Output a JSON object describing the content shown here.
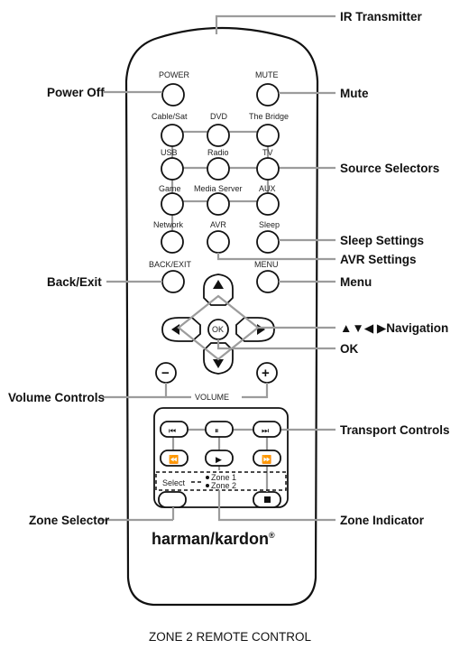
{
  "callouts": {
    "ir_transmitter": "IR Transmitter",
    "power_off": "Power Off",
    "mute": "Mute",
    "source_selectors": "Source Selectors",
    "sleep_settings": "Sleep Settings",
    "avr_settings": "AVR Settings",
    "back_exit": "Back/Exit",
    "menu": "Menu",
    "navigation": "▲▼◀ ▶Navigation",
    "ok": "OK",
    "volume_controls": "Volume Controls",
    "transport_controls": "Transport Controls",
    "zone_selector": "Zone Selector",
    "zone_indicator": "Zone Indicator"
  },
  "buttons": {
    "power": "POWER",
    "mute": "MUTE",
    "cable_sat": "Cable/Sat",
    "dvd": "DVD",
    "the_bridge": "The Bridge",
    "usb": "USB",
    "radio": "Radio",
    "tv": "TV",
    "game": "Game",
    "media_server": "Media Server",
    "aux": "AUX",
    "network": "Network",
    "avr": "AVR",
    "sleep": "Sleep",
    "back_exit": "BACK/EXIT",
    "menu": "MENU",
    "ok": "OK",
    "volume": "VOLUME",
    "select": "Select",
    "zone1": "Zone 1",
    "zone2": "Zone 2"
  },
  "brand": {
    "logo": "harman/kardon",
    "registered": "®"
  },
  "caption": "ZONE 2 REMOTE CONTROL"
}
